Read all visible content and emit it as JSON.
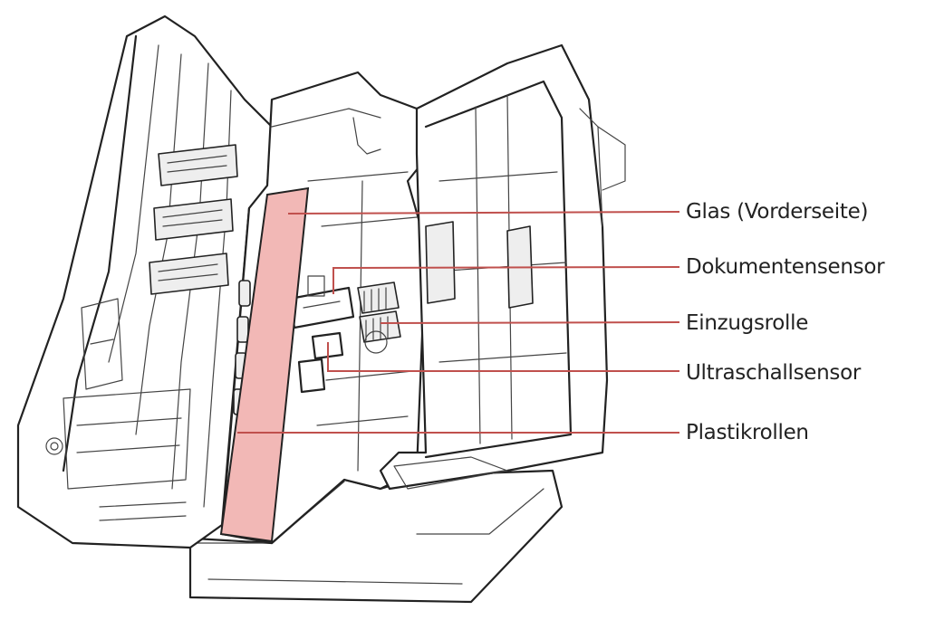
{
  "colors": {
    "highlight": "#f2b8b6",
    "leader_line": "#c0504d",
    "outline": "#222222"
  },
  "callouts": [
    {
      "id": "glas",
      "label": "Glas (Vorderseite)"
    },
    {
      "id": "dok",
      "label": "Dokumentensensor"
    },
    {
      "id": "einz",
      "label": "Einzugsrolle"
    },
    {
      "id": "ultra",
      "label": "Ultraschallsensor"
    },
    {
      "id": "plast",
      "label": "Plastikrollen"
    }
  ]
}
